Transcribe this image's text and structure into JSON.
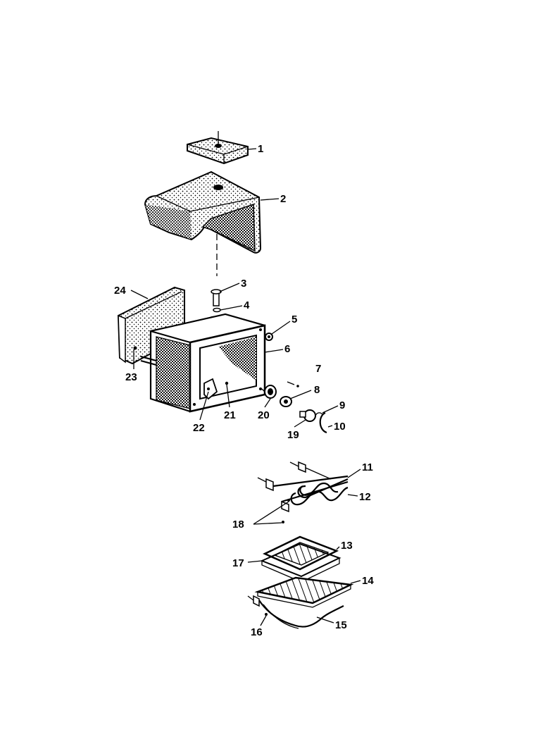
{
  "diagram": {
    "colors": {
      "line": "#000000",
      "background": "#ffffff"
    },
    "callouts": [
      {
        "id": "1",
        "text": "1"
      },
      {
        "id": "2",
        "text": "2"
      },
      {
        "id": "3",
        "text": "3"
      },
      {
        "id": "4",
        "text": "4"
      },
      {
        "id": "5",
        "text": "5"
      },
      {
        "id": "6",
        "text": "6"
      },
      {
        "id": "7",
        "text": "7"
      },
      {
        "id": "8",
        "text": "8"
      },
      {
        "id": "9",
        "text": "9"
      },
      {
        "id": "10",
        "text": "10"
      },
      {
        "id": "11",
        "text": "11"
      },
      {
        "id": "12",
        "text": "12"
      },
      {
        "id": "13",
        "text": "13"
      },
      {
        "id": "14",
        "text": "14"
      },
      {
        "id": "15",
        "text": "15"
      },
      {
        "id": "16",
        "text": "16"
      },
      {
        "id": "17",
        "text": "17"
      },
      {
        "id": "18",
        "text": "18"
      },
      {
        "id": "19",
        "text": "19"
      },
      {
        "id": "20",
        "text": "20"
      },
      {
        "id": "21",
        "text": "21"
      },
      {
        "id": "22",
        "text": "22"
      },
      {
        "id": "23",
        "text": "23"
      },
      {
        "id": "24",
        "text": "24"
      }
    ]
  }
}
